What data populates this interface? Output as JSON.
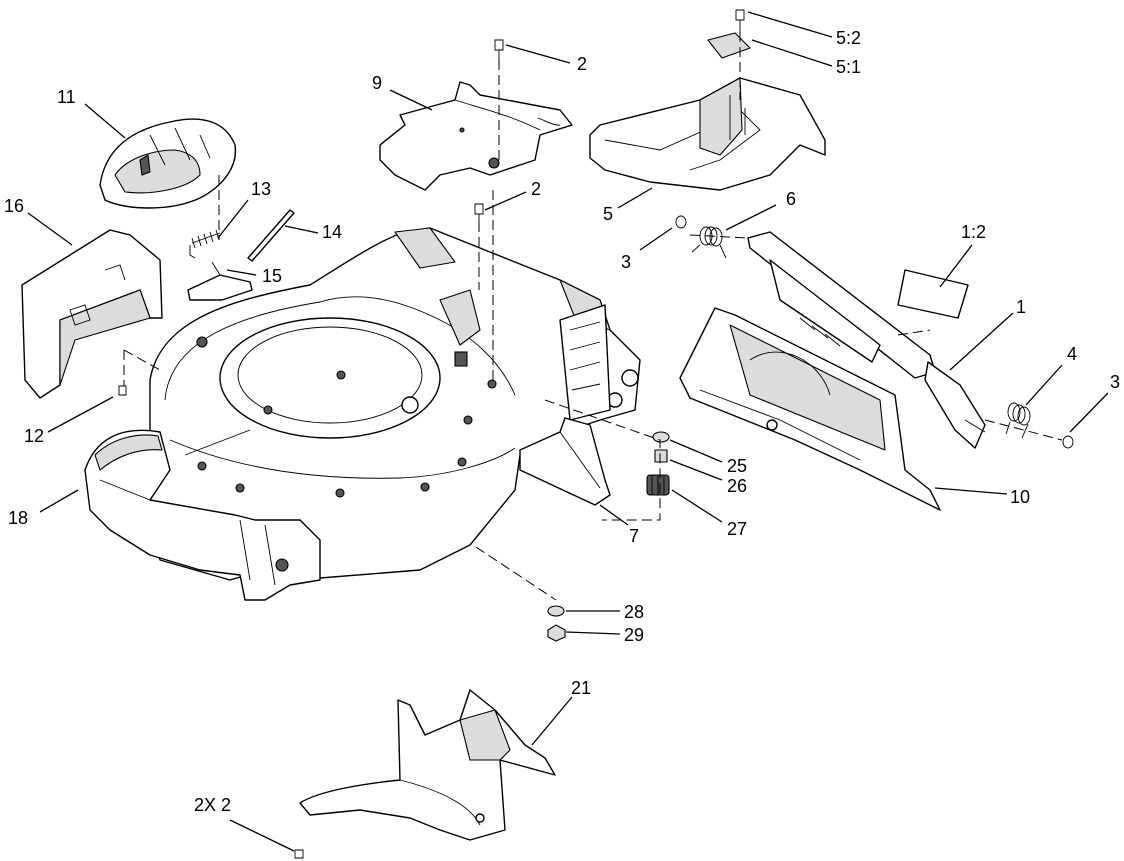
{
  "callouts": {
    "c_2a": "2",
    "c_2b": "2",
    "c_5_2": "5:2",
    "c_5_1": "5:1",
    "c_9": "9",
    "c_11": "11",
    "c_13": "13",
    "c_14": "14",
    "c_15": "15",
    "c_16": "16",
    "c_5": "5",
    "c_6": "6",
    "c_3a": "3",
    "c_1_2": "1:2",
    "c_1": "1",
    "c_4": "4",
    "c_3b": "3",
    "c_12": "12",
    "c_18": "18",
    "c_25": "25",
    "c_26": "26",
    "c_27": "27",
    "c_7": "7",
    "c_10": "10",
    "c_28": "28",
    "c_29": "29",
    "c_21": "21",
    "c_2x2": "2X 2"
  }
}
